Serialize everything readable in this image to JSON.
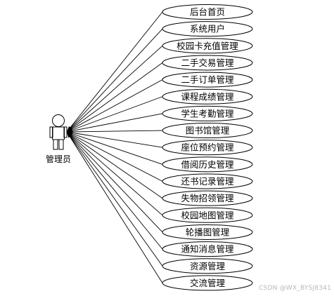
{
  "actor": {
    "label": "管理员"
  },
  "use_cases": [
    "后台首页",
    "系统用户",
    "校园卡充值管理",
    "二手交易管理",
    "二手订单管理",
    "课程成绩管理",
    "学生考勤管理",
    "图书馆管理",
    "座位预约管理",
    "借阅历史管理",
    "还书记录管理",
    "失物招领管理",
    "校园地图管理",
    "轮播图管理",
    "通知消息管理",
    "资源管理",
    "交流管理"
  ],
  "watermark": "CSDN @WX_BYSJ8341"
}
